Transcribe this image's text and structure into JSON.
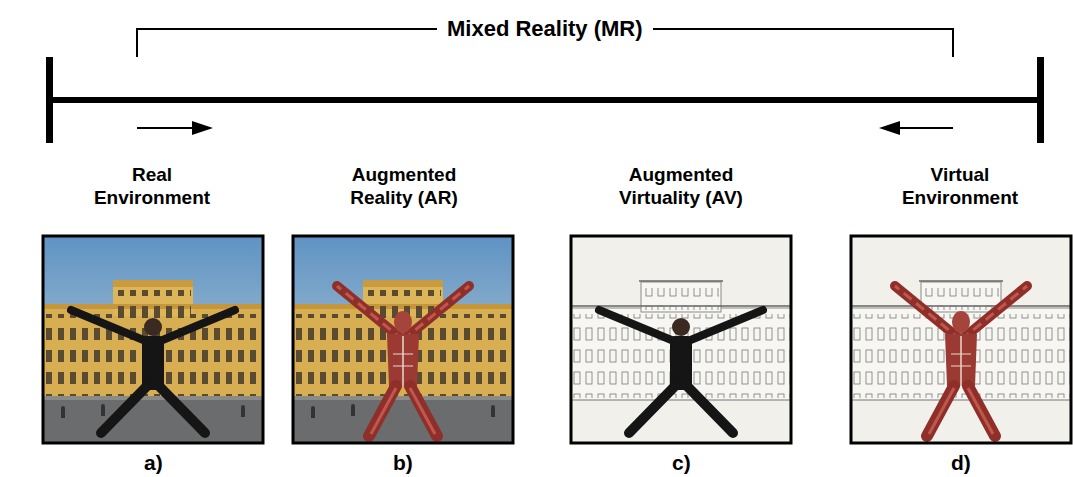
{
  "diagram": {
    "labels": [
      "Mixed Reality (MR)",
      "Real Environment",
      "Augmented Reality (AR)",
      "Augmented Virtuality (AV)",
      "Virtual Environment",
      "a)",
      "b)",
      "c)",
      "d)"
    ]
  }
}
